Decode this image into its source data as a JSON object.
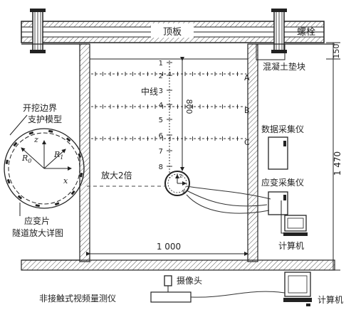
{
  "labels": {
    "top_plate": "顶板",
    "bolt": "螺栓",
    "concrete_block": "混凝土垫块",
    "centerline": "中线",
    "data_acq": "数据采集仪",
    "strain_acq": "应变采集仪",
    "computer": "计算机",
    "camera": "摄像头",
    "video_meter": "非接触式视频量测仪",
    "magnify": "放大2倍",
    "boundary_line1": "开挖边界",
    "boundary_line2": "支护模型",
    "strain_gauge": "应变片",
    "tunnel_detail": "隧道放大详图"
  },
  "dimensions": {
    "d150": "150",
    "d1470": "1 470",
    "d1000": "1 000",
    "d800": "800"
  },
  "rows": [
    "A",
    "B",
    "C"
  ],
  "points": [
    "1",
    "2",
    "3",
    "4",
    "5",
    "6",
    "7",
    "8"
  ],
  "symbols": {
    "r0": "R",
    "r0_sub": "0",
    "r1": "R",
    "r1_sub": "1",
    "z": "z",
    "x": "x"
  }
}
